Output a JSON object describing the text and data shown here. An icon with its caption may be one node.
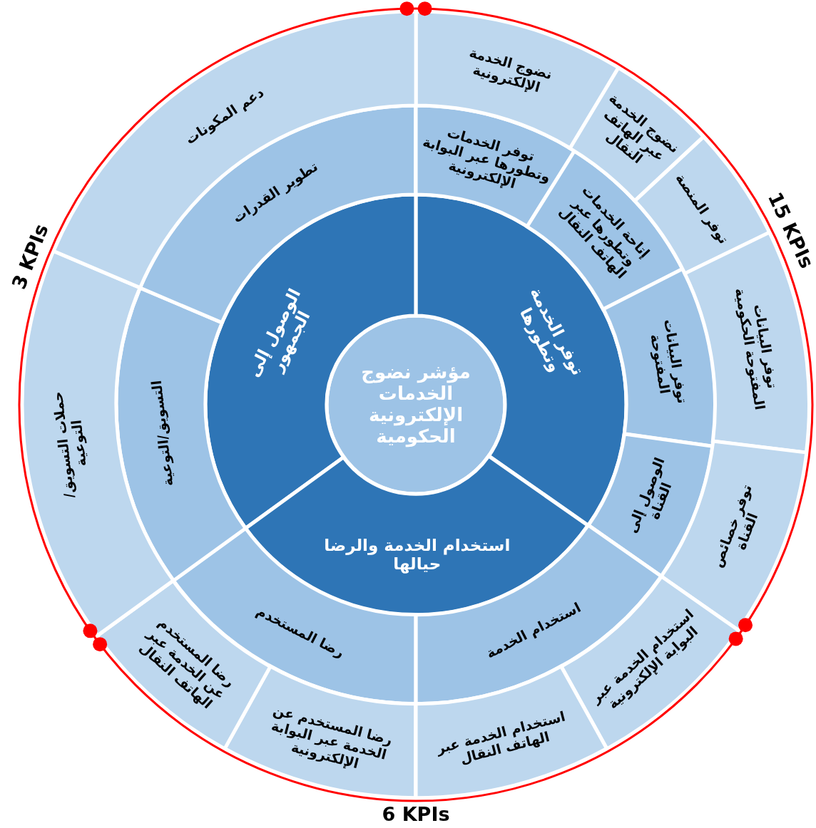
{
  "diagram": {
    "nodes": [
      {
        "text": [
          "مؤشر نضوج الخدمات الإلكترونية الحكومية"
        ]
      },
      {
        "text": [
          "توفر الخدمة وتطورها"
        ]
      },
      {
        "text": [
          "الوصول إلى الجمهور"
        ]
      },
      {
        "text": [
          "استخدام الخدمة والرضا حيالها"
        ]
      },
      {
        "text": [
          "توفر الخدمات وتطورها عبر البوابة الإلكترونية"
        ]
      },
      {
        "text": [
          "إتاحة الخدمات وتطورها عبر الهاتف النقال"
        ]
      },
      {
        "text": [
          "توفر البيانات المفتوحة"
        ]
      },
      {
        "text": [
          "الوصول إلى القناة"
        ]
      },
      {
        "text": [
          "استخدام الخدمة"
        ]
      },
      {
        "text": [
          "رضا المستخدم"
        ]
      },
      {
        "text": [
          "التسويق/التوعية"
        ]
      },
      {
        "text": [
          "تطوير القدرات"
        ]
      },
      {
        "text": [
          "نضوج الخدمة الإلكترونية"
        ]
      },
      {
        "text": [
          "نضوج الخدمة عبر الهاتف النقال"
        ]
      },
      {
        "text": [
          "توفر المنصة"
        ]
      },
      {
        "text": [
          "توفر البيانات المفتوحة الحكومية"
        ]
      },
      {
        "text": [
          "توفر خصائص القناة"
        ]
      },
      {
        "text": [
          "استخدام الخدمة عبر البوابة الإلكترونية"
        ]
      },
      {
        "text": [
          "استخدام الخدمة عبر الهاتف النقال"
        ]
      },
      {
        "text": [
          "رضا المستخدم عن الخدمة عبر البوابة الإلكترونية"
        ]
      },
      {
        "text": [
          "رضا المستخدم عن الخدمة عبر الهاتف النقال"
        ]
      },
      {
        "text": [
          "حملات التسويق/التوعية"
        ]
      },
      {
        "text": [
          "دعم المكونات"
        ]
      }
    ],
    "labels": [
      "15 KPIs",
      "3 KPIs",
      "6 KPIs"
    ]
  }
}
